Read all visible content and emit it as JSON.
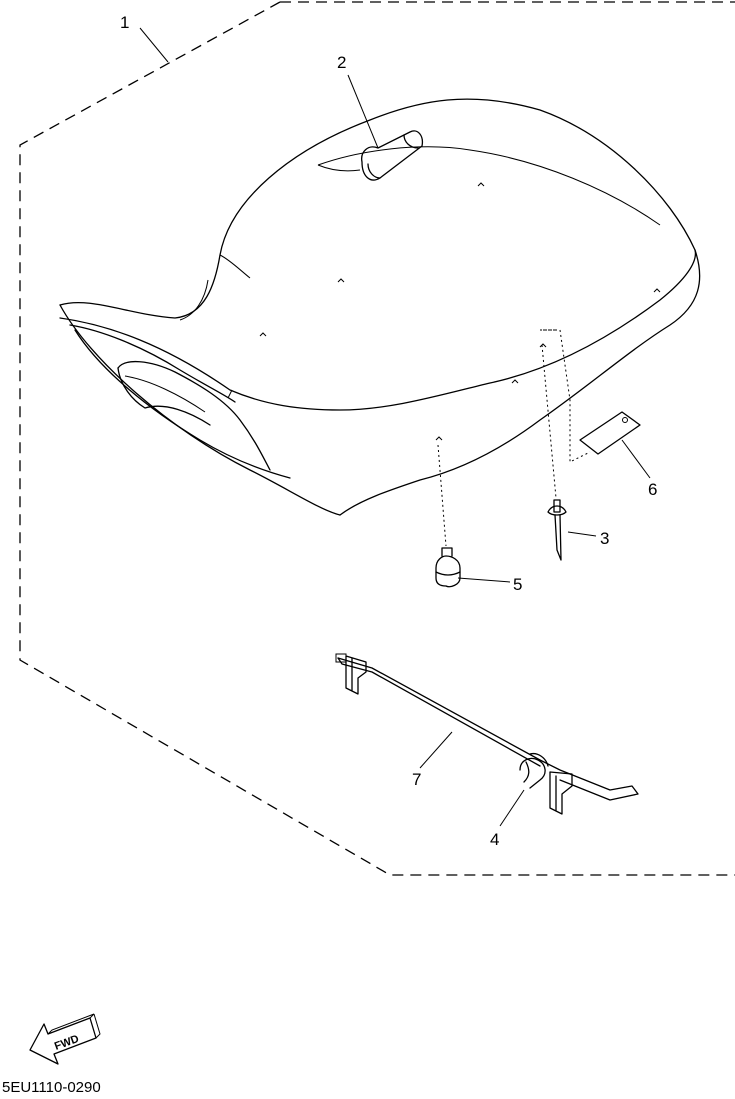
{
  "callouts": [
    {
      "id": "1",
      "label": "1"
    },
    {
      "id": "2",
      "label": "2"
    },
    {
      "id": "3",
      "label": "3"
    },
    {
      "id": "4",
      "label": "4"
    },
    {
      "id": "5",
      "label": "5"
    },
    {
      "id": "6",
      "label": "6"
    },
    {
      "id": "7",
      "label": "7"
    }
  ],
  "direction_badge": {
    "label": "FWD",
    "icon": "fwd-arrow-icon"
  },
  "drawing_code": "5EU1110-0290"
}
